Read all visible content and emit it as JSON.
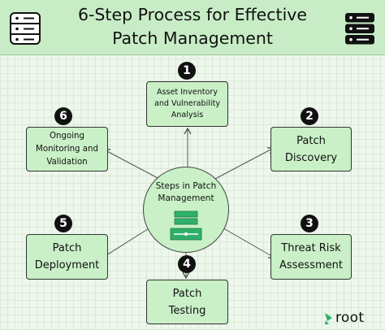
{
  "header": {
    "title": "6-Step Process for Effective\nPatch Management",
    "bg_color": "#c8edc6",
    "left_icon": "database-outline-icon",
    "right_icon": "database-solid-icon"
  },
  "center": {
    "label": "Steps in Patch\nManagement",
    "icon": "server-rack-icon"
  },
  "steps": [
    {
      "number": "1",
      "label": "Asset Inventory\nand Vulnerability\nAnalysis"
    },
    {
      "number": "2",
      "label": "Patch\nDiscovery"
    },
    {
      "number": "3",
      "label": "Threat Risk\nAssessment"
    },
    {
      "number": "4",
      "label": "Patch\nTesting"
    },
    {
      "number": "5",
      "label": "Patch\nDeployment"
    },
    {
      "number": "6",
      "label": "Ongoing\nMonitoring and\nValidation"
    }
  ],
  "logo": {
    "text": "root",
    "icon": "root-logo-icon",
    "color": "#2fb06a"
  },
  "colors": {
    "box_fill": "#c9f0c7",
    "badge": "#111111",
    "background": "#eef7ec"
  }
}
